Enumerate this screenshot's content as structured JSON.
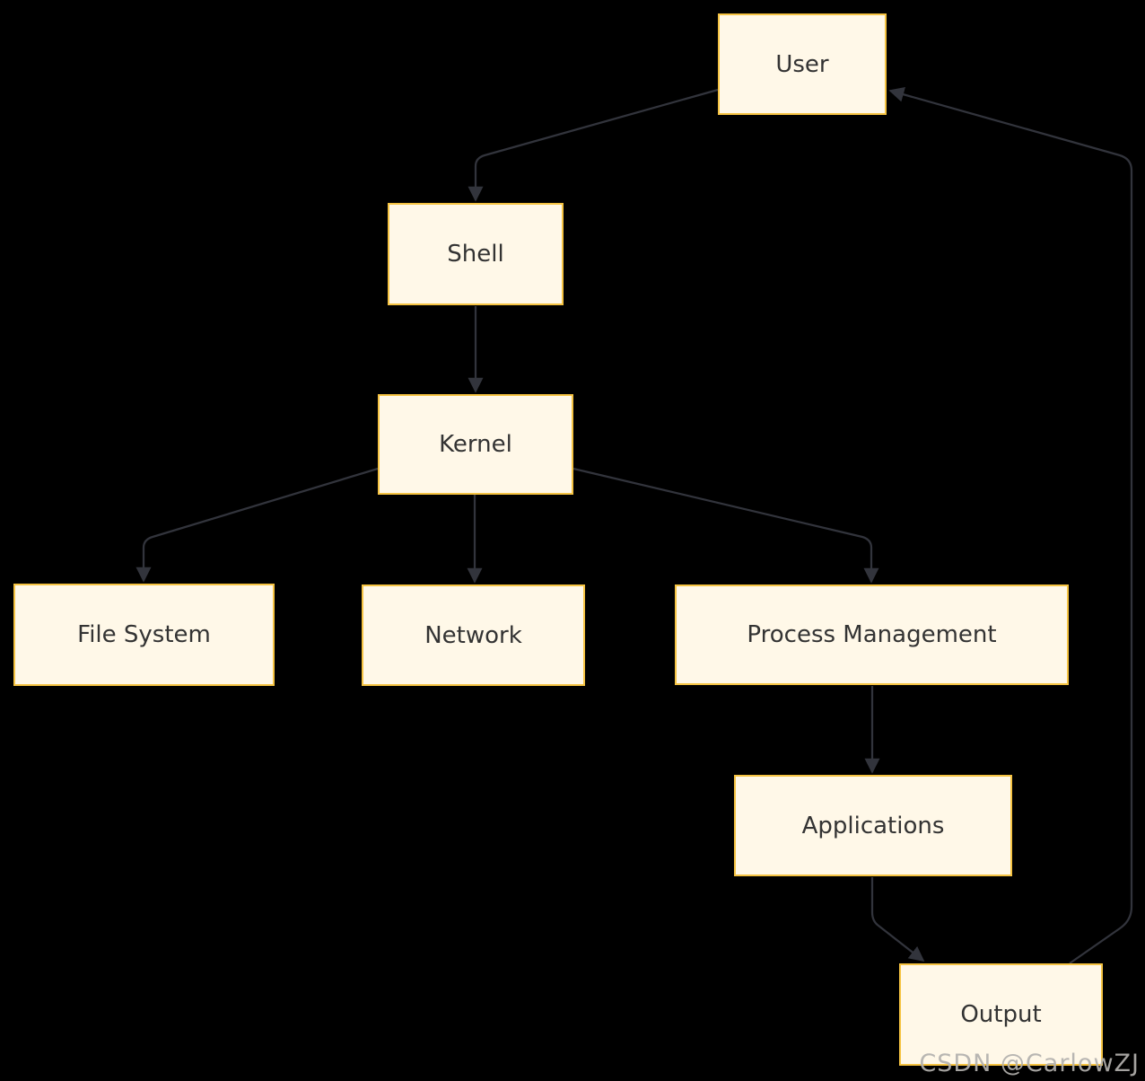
{
  "diagram": {
    "type": "flowchart",
    "direction": "top-down",
    "nodes": [
      {
        "id": "user",
        "label": "User"
      },
      {
        "id": "shell",
        "label": "Shell"
      },
      {
        "id": "kernel",
        "label": "Kernel"
      },
      {
        "id": "filesystem",
        "label": "File System"
      },
      {
        "id": "network",
        "label": "Network"
      },
      {
        "id": "process",
        "label": "Process Management"
      },
      {
        "id": "applications",
        "label": "Applications"
      },
      {
        "id": "output",
        "label": "Output"
      }
    ],
    "edges": [
      {
        "from": "User",
        "to": "Shell"
      },
      {
        "from": "Shell",
        "to": "Kernel"
      },
      {
        "from": "Kernel",
        "to": "File System"
      },
      {
        "from": "Kernel",
        "to": "Network"
      },
      {
        "from": "Kernel",
        "to": "Process Management"
      },
      {
        "from": "Process Management",
        "to": "Applications"
      },
      {
        "from": "Applications",
        "to": "Output"
      },
      {
        "from": "Output",
        "to": "User"
      }
    ],
    "colors": {
      "background": "#000000",
      "node_fill": "#FFF8E8",
      "node_border": "#F5C342",
      "edge": "#32343C",
      "text": "#333333",
      "watermark": "#B3B1AE"
    }
  },
  "watermark": {
    "text": "CSDN @CarlowZJ"
  }
}
